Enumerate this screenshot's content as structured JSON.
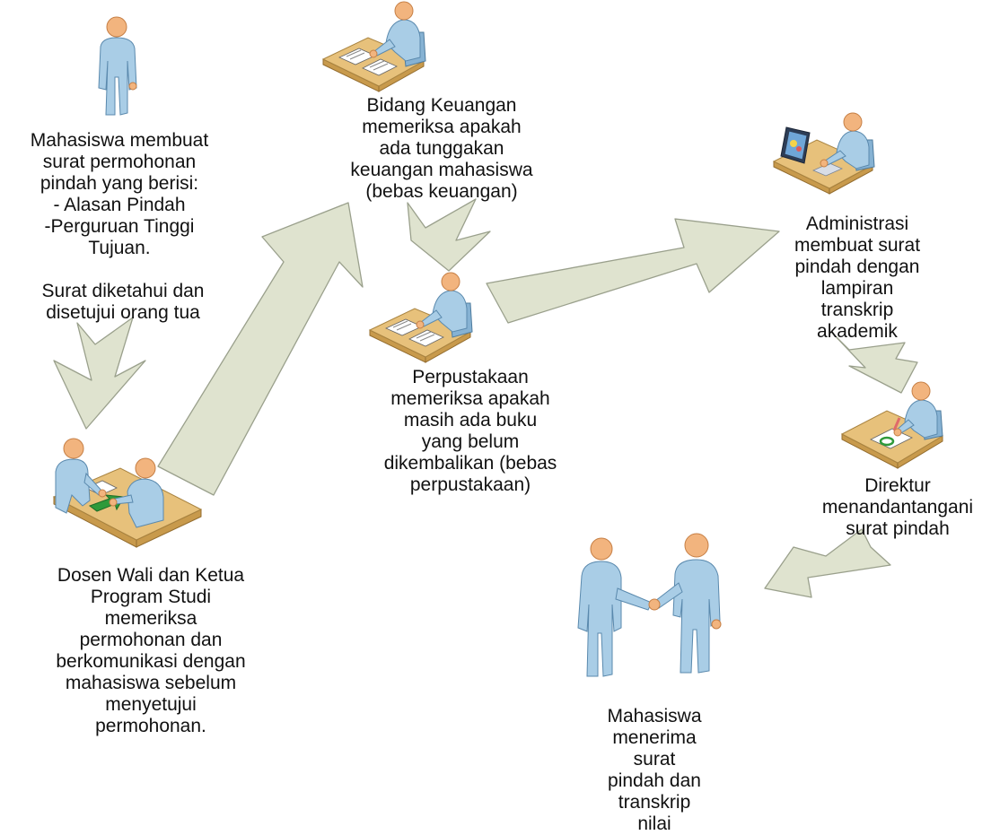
{
  "colors": {
    "arrow_fill": "#dfe3cf",
    "arrow_stroke": "#9aa08c",
    "text": "#111111"
  },
  "steps": {
    "student_request": "Mahasiswa membuat\nsurat permohonan\npindah yang berisi:\n- Alasan Pindah\n-Perguruan Tinggi\nTujuan.",
    "parent_approval": "Surat diketahui dan\ndisetujui orang tua",
    "advisor_review": "Dosen Wali dan Ketua\nProgram Studi\nmemeriksa\npermohonan dan\nberkomunikasi dengan\nmahasiswa sebelum\nmenyetujui\npermohonan.",
    "finance_check": "Bidang Keuangan\nmemeriksa apakah\nada tunggakan\nkeuangan mahasiswa\n(bebas keuangan)",
    "library_check": "Perpustakaan\nmemeriksa apakah\nmasih ada buku\nyang belum\ndikembalikan (bebas\nperpustakaan)",
    "admin_letter": "Administrasi\nmembuat surat\npindah dengan\nlampiran\ntranskrip\nakademik",
    "director_sign": "Direktur\nmenandantangani\nsurat pindah",
    "student_receive": "Mahasiswa\nmenerima\nsurat\npindah dan\ntranskrip\nnilai"
  },
  "icons": {
    "standing_student": "standing-person-icon",
    "meeting": "meeting-desk-icon",
    "finance": "desk-worker-icon",
    "library": "desk-worker-icon",
    "admin": "computer-desk-icon",
    "director": "signing-desk-icon",
    "handshake": "handshake-icon"
  }
}
